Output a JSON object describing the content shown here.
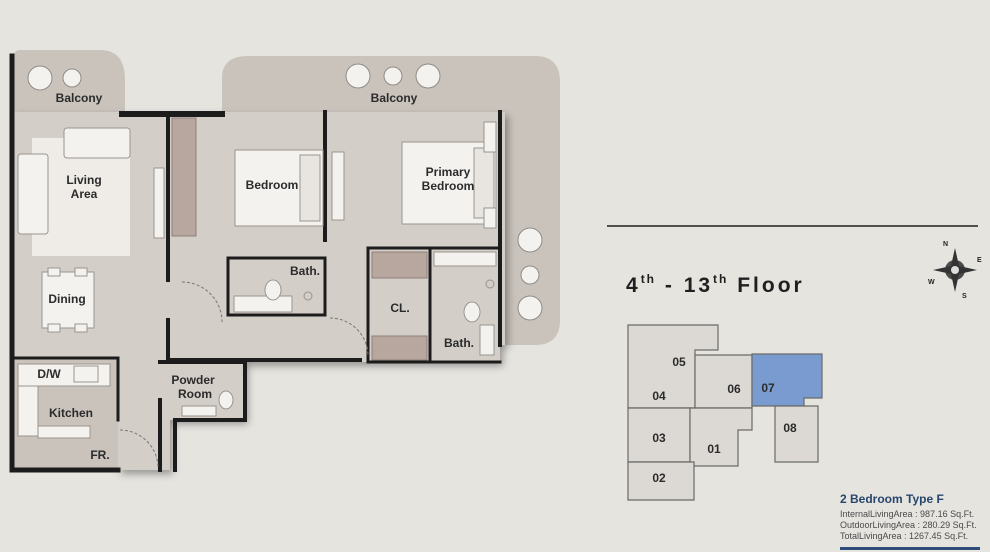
{
  "plan": {
    "rooms": {
      "balcony_left": "Balcony",
      "balcony_right": "Balcony",
      "living_1": "Living",
      "living_2": "Area",
      "bedroom": "Bedroom",
      "primary_1": "Primary",
      "primary_2": "Bedroom",
      "bath_left": "Bath.",
      "cl": "CL.",
      "bath_right": "Bath.",
      "dining": "Dining",
      "dw": "D/W",
      "kitchen": "Kitchen",
      "fr": "FR.",
      "powder_1": "Powder",
      "powder_2": "Room"
    }
  },
  "compass": {
    "n": "N",
    "e": "E",
    "s": "S",
    "w": "W"
  },
  "floor": {
    "num1": "4",
    "sup1": "th",
    "sep": " - ",
    "num2": "13",
    "sup2": "th",
    "word": " Floor"
  },
  "keyplan": {
    "units": [
      "05",
      "04",
      "06",
      "07",
      "03",
      "01",
      "08",
      "02"
    ],
    "highlighted_unit": "07",
    "highlight_color": "#7a9bd0"
  },
  "info": {
    "type": "2 Bedroom Type F",
    "internal": "InternalLivingArea :  987.16 Sq.Ft.",
    "outdoor": "OutdoorLivingArea :  280.29 Sq.Ft.",
    "total": "TotalLivingArea :  1267.45 Sq.Ft."
  }
}
